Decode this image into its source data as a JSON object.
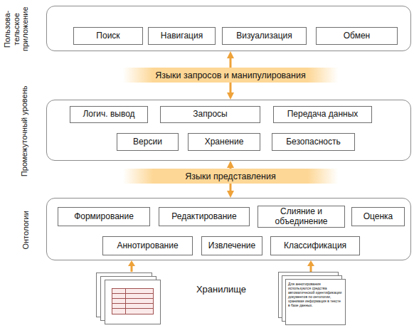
{
  "diagram": {
    "nodes": [
      {
        "text": [
          "Пользова- тельское приложение"
        ]
      },
      {
        "text": [
          "Поиск"
        ],
        "in": 0
      },
      {
        "text": [
          "Навигация"
        ],
        "in": 0
      },
      {
        "text": [
          "Визуализация"
        ],
        "in": 0
      },
      {
        "text": [
          "Обмен"
        ],
        "in": 0
      },
      {
        "text": [
          "Языки запросов и манипулирования"
        ]
      },
      {
        "text": [
          "Промежуточный уровень"
        ]
      },
      {
        "text": [
          "Логич. вывод"
        ],
        "in": 6
      },
      {
        "text": [
          "Запросы"
        ],
        "in": 6
      },
      {
        "text": [
          "Передача данных"
        ],
        "in": 6
      },
      {
        "text": [
          "Версии"
        ],
        "in": 6
      },
      {
        "text": [
          "Хранение"
        ],
        "in": 6
      },
      {
        "text": [
          "Безопасность"
        ],
        "in": 6
      },
      {
        "text": [
          "Языки представления"
        ]
      },
      {
        "text": [
          "Онтологии"
        ]
      },
      {
        "text": [
          "Формирование"
        ],
        "in": 14
      },
      {
        "text": [
          "Редактирование"
        ],
        "in": 14
      },
      {
        "text": [
          "Слияние и объединение"
        ],
        "in": 14
      },
      {
        "text": [
          "Оценка"
        ],
        "in": 14
      },
      {
        "text": [
          "Аннотирование"
        ],
        "in": 14
      },
      {
        "text": [
          "Извлечение"
        ],
        "in": 14
      },
      {
        "text": [
          "Классификация"
        ],
        "in": 14
      }
    ],
    "edges": [
      {
        "from": 5,
        "to": 0,
        "arrow": "to"
      },
      {
        "from": 5,
        "to": 6,
        "arrow": "to"
      },
      {
        "from": 13,
        "to": 6,
        "arrow": "to"
      },
      {
        "from": 13,
        "to": 14,
        "arrow": "to"
      }
    ],
    "labels": [
      "Хранилище",
      "Для аннотирования используются средства автоматической идентификации документов по онтологии, хранимая информация в тексте в базе данных."
    ]
  }
}
